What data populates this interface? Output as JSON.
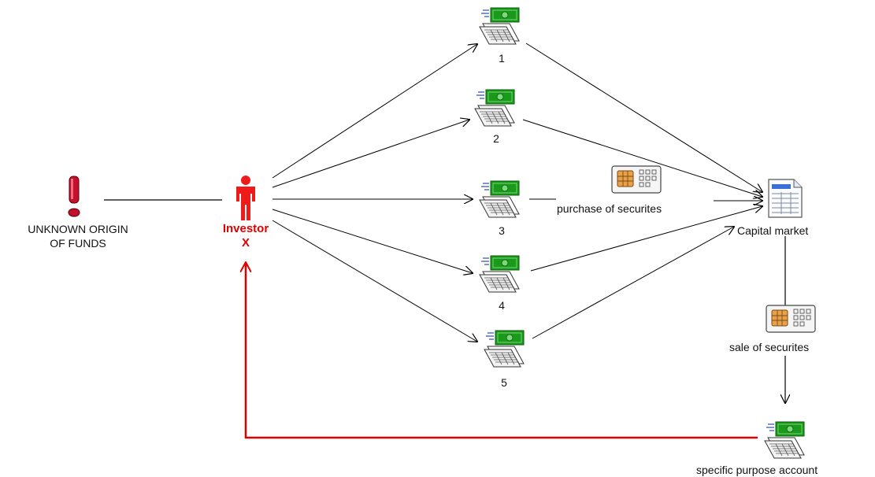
{
  "source_node": {
    "label_line1": "UNKNOWN ORIGIN",
    "label_line2": "OF FUNDS",
    "icon": "exclamation-icon"
  },
  "investor": {
    "label_line1": "Investor",
    "label_line2": "X",
    "icon": "person-icon"
  },
  "accounts": [
    {
      "label": "1"
    },
    {
      "label": "2"
    },
    {
      "label": "3"
    },
    {
      "label": "4"
    },
    {
      "label": "5"
    }
  ],
  "purchase": {
    "label": "purchase of securites",
    "icon": "card-chip-icon"
  },
  "market": {
    "label": "Capital market",
    "icon": "document-icon"
  },
  "sale": {
    "label": "sale of securites",
    "icon": "card-chip-icon"
  },
  "specific_account": {
    "label": "specific purpose account"
  },
  "colors": {
    "highlight": "#e00000",
    "money": "#1a9a1a",
    "edge": "#000000"
  }
}
